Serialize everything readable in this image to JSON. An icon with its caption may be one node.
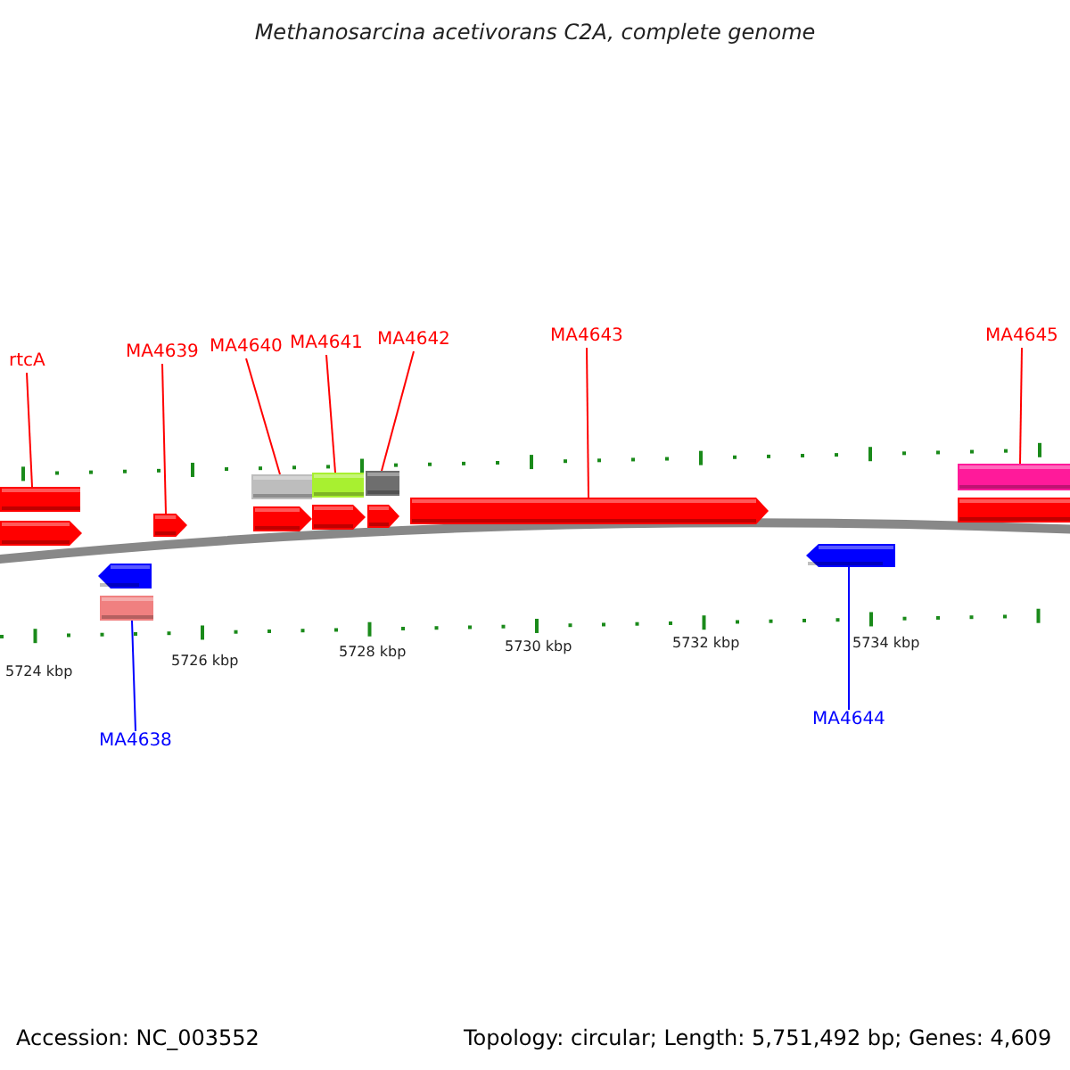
{
  "diagram": {
    "title": "Methanosarcina acetivorans C2A, complete genome",
    "nodes": [
      {
        "text": [
          "rtcA"
        ]
      },
      {
        "text": [
          "MA4639"
        ]
      },
      {
        "text": [
          "MA4640"
        ]
      },
      {
        "text": [
          "MA4641"
        ]
      },
      {
        "text": [
          "MA4642"
        ]
      },
      {
        "text": [
          "MA4643"
        ]
      },
      {
        "text": [
          "MA4645"
        ]
      },
      {
        "text": [],
        "shape": "bar"
      },
      {
        "text": [],
        "shape": "arrow"
      },
      {
        "text": [],
        "shape": "arrow"
      },
      {
        "text": [],
        "shape": "bar"
      },
      {
        "text": [],
        "shape": "bar"
      },
      {
        "text": [],
        "shape": "bar"
      },
      {
        "text": [],
        "shape": "arrow"
      },
      {
        "text": [],
        "shape": "arrow"
      },
      {
        "text": [],
        "shape": "arrow"
      },
      {
        "text": [],
        "shape": "arrow"
      },
      {
        "text": [],
        "shape": "bar"
      },
      {
        "text": [],
        "shape": "bar"
      },
      {
        "text": [],
        "shape": "arrow"
      },
      {
        "text": [],
        "shape": "bar"
      },
      {
        "text": [],
        "shape": "arrow"
      },
      {
        "text": [
          "MA4638"
        ]
      },
      {
        "text": [
          "MA4644"
        ]
      }
    ],
    "edges": [
      {
        "from": 0,
        "to": 7,
        "arrow": "none"
      },
      {
        "from": 1,
        "to": 9,
        "arrow": "none"
      },
      {
        "from": 2,
        "to": 10,
        "arrow": "none"
      },
      {
        "from": 3,
        "to": 11,
        "arrow": "none"
      },
      {
        "from": 4,
        "to": 12,
        "arrow": "none"
      },
      {
        "from": 5,
        "to": 16,
        "arrow": "none"
      },
      {
        "from": 6,
        "to": 17,
        "arrow": "none"
      },
      {
        "from": 22,
        "to": 20,
        "arrow": "none",
        "color": "#0000ff"
      },
      {
        "from": 23,
        "to": 21,
        "arrow": "none",
        "color": "#0000ff"
      }
    ],
    "labels": [
      "5724 kbp",
      "5726 kbp",
      "5728 kbp",
      "5730 kbp",
      "5732 kbp",
      "5734 kbp",
      "Accession: NC_003552",
      "Topology: circular; Length: 5,751,492 bp; Genes: 4,609"
    ]
  }
}
